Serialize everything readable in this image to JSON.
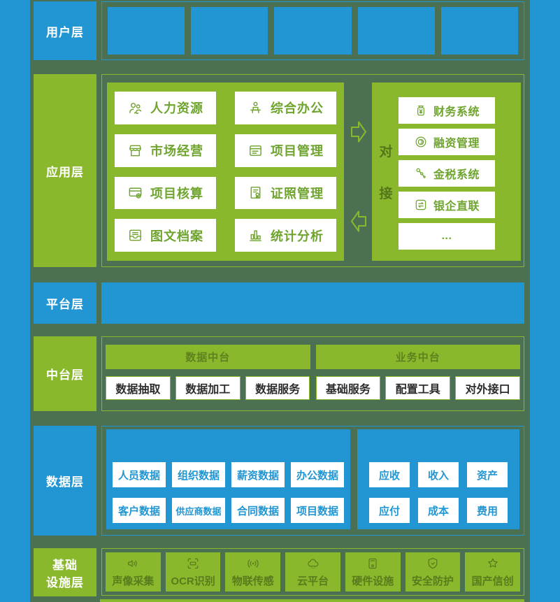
{
  "colors": {
    "blue": "#2196d3",
    "green": "#8ab82c",
    "background_dark_green": "#4c7152",
    "card_text_green": "#6fa42f",
    "card_text_dark": "#2d2d2d",
    "card_text_blue": "#2196d3"
  },
  "layers": {
    "user": {
      "label": "用户层",
      "box_count": 5
    },
    "app": {
      "label": "应用层",
      "left_cards": [
        {
          "icon": "people-icon",
          "label": "人力资源"
        },
        {
          "icon": "office-desk-icon",
          "label": "综合办公"
        },
        {
          "icon": "storefront-icon",
          "label": "市场经营"
        },
        {
          "icon": "window-list-icon",
          "label": "项目管理"
        },
        {
          "icon": "card-gear-icon",
          "label": "项目核算"
        },
        {
          "icon": "certificate-icon",
          "label": "证照管理"
        },
        {
          "icon": "archive-icon",
          "label": "图文档案"
        },
        {
          "icon": "bar-chart-icon",
          "label": "统计分析"
        }
      ],
      "connector": "对接",
      "right_cards": [
        {
          "icon": "money-jar-icon",
          "label": "财务系统"
        },
        {
          "icon": "coin-icon",
          "label": "融资管理"
        },
        {
          "icon": "molecule-icon",
          "label": "金税系统"
        },
        {
          "icon": "exchange-icon",
          "label": "银企直联"
        },
        {
          "icon": "",
          "label": "..."
        }
      ]
    },
    "platform": {
      "label": "平台层"
    },
    "middle": {
      "label": "中台层",
      "groups": [
        {
          "header": "数据中台",
          "cards": [
            "数据抽取",
            "数据加工",
            "数据服务"
          ]
        },
        {
          "header": "业务中台",
          "cards": [
            "基础服务",
            "配置工具",
            "对外接口"
          ]
        }
      ]
    },
    "data": {
      "label": "数据层",
      "left_rows": [
        [
          "人员数据",
          "组织数据",
          "薪资数据",
          "办公数据"
        ],
        [
          "客户数据",
          "供应商数据",
          "合同数据",
          "项目数据"
        ]
      ],
      "right_rows": [
        [
          "应收",
          "收入",
          "资产"
        ],
        [
          "应付",
          "成本",
          "费用"
        ]
      ]
    },
    "infra": {
      "label_line1": "基础",
      "label_line2": "设施层",
      "cards": [
        {
          "icon": "speaker-icon",
          "label": "声像采集"
        },
        {
          "icon": "ocr-icon",
          "label": "OCR识别"
        },
        {
          "icon": "iot-signal-icon",
          "label": "物联传感"
        },
        {
          "icon": "cloud-icon",
          "label": "云平台"
        },
        {
          "icon": "hardware-icon",
          "label": "硬件设施"
        },
        {
          "icon": "shield-icon",
          "label": "安全防护"
        },
        {
          "icon": "star-icon",
          "label": "国产信创"
        }
      ]
    }
  }
}
